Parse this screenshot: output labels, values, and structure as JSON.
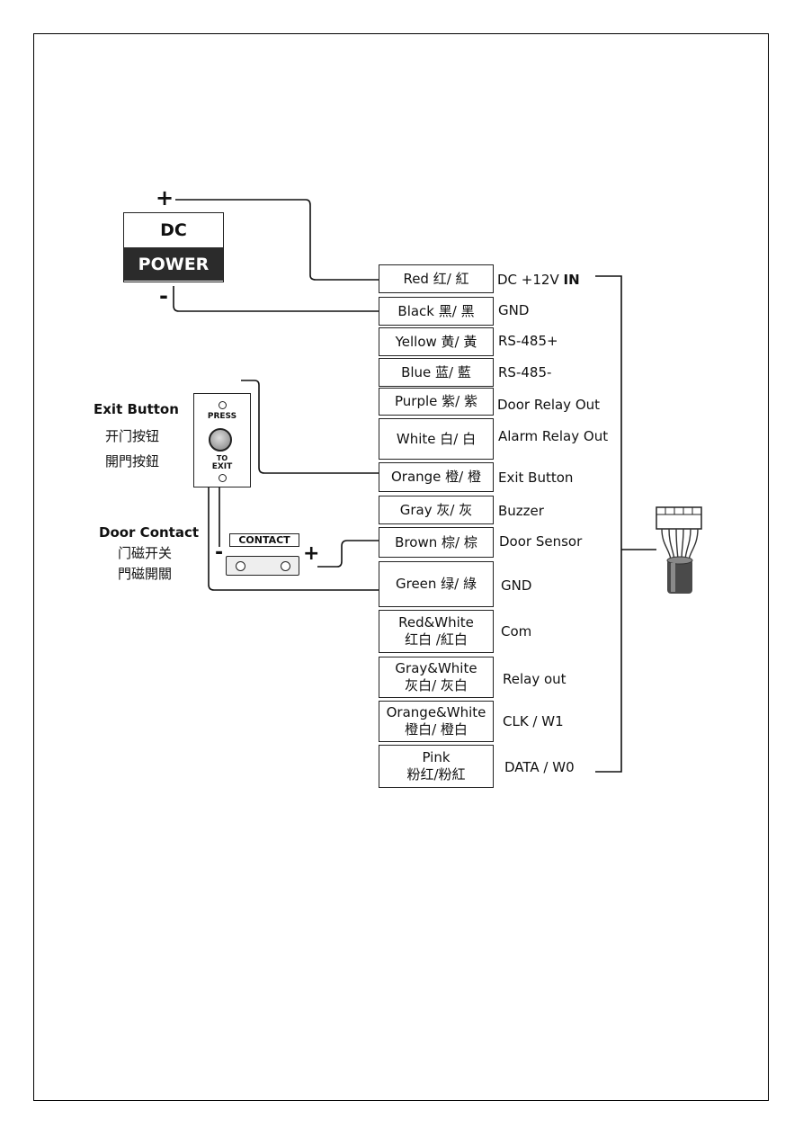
{
  "power": {
    "plus": "+",
    "minus": "-",
    "dc": "DC",
    "power": "POWER"
  },
  "exit_button": {
    "title": "Exit Button",
    "zh_s": "开门按钮",
    "zh_t": "開門按鈕",
    "press": "PRESS",
    "to": "TO",
    "exit": "EXIT"
  },
  "door_contact": {
    "title": "Door Contact",
    "zh_s": "门磁开关",
    "zh_t": "門磁開關",
    "contact": "CONTACT",
    "minus": "-",
    "plus": "+"
  },
  "wires": [
    {
      "l1": "Red 红/ 紅",
      "l2": "",
      "fn": "DC +12V",
      "fn_suffix": "IN"
    },
    {
      "l1": "Black 黑/ 黑",
      "l2": "",
      "fn": "GND",
      "fn_suffix": ""
    },
    {
      "l1": "Yellow 黄/ 黃",
      "l2": "",
      "fn": "RS-485+",
      "fn_suffix": ""
    },
    {
      "l1": "Blue 蓝/ 藍",
      "l2": "",
      "fn": "RS-485-",
      "fn_suffix": ""
    },
    {
      "l1": "Purple 紫/ 紫",
      "l2": "",
      "fn": "Door Relay Out",
      "fn_suffix": ""
    },
    {
      "l1": "White 白/ 白",
      "l2": "",
      "fn": "Alarm Relay Out",
      "fn_suffix": ""
    },
    {
      "l1": "Orange 橙/ 橙",
      "l2": "",
      "fn": "Exit Button",
      "fn_suffix": ""
    },
    {
      "l1": "Gray 灰/ 灰",
      "l2": "",
      "fn": "Buzzer",
      "fn_suffix": ""
    },
    {
      "l1": "Brown 棕/ 棕",
      "l2": "",
      "fn": "Door Sensor",
      "fn_suffix": ""
    },
    {
      "l1": "Green 绿/ 綠",
      "l2": "",
      "fn": "GND",
      "fn_suffix": ""
    },
    {
      "l1": "Red&White",
      "l2": "红白 /紅白",
      "fn": "Com",
      "fn_suffix": ""
    },
    {
      "l1": "Gray&White",
      "l2": "灰白/ 灰白",
      "fn": "Relay out",
      "fn_suffix": ""
    },
    {
      "l1": "Orange&White",
      "l2": "橙白/ 橙白",
      "fn": "CLK / W1",
      "fn_suffix": ""
    },
    {
      "l1": "Pink",
      "l2": "粉红/粉紅",
      "fn": "DATA / W0",
      "fn_suffix": ""
    }
  ]
}
